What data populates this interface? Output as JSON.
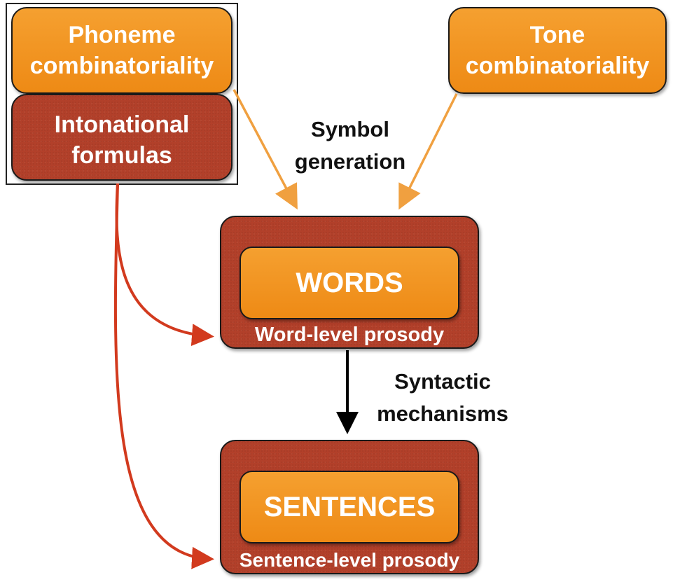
{
  "boxes": {
    "phoneme": "Phoneme\ncombinatoriality",
    "intonational": "Intonational\nformulas",
    "tone": "Tone\ncombinatoriality",
    "words": "WORDS",
    "word_prosody": "Word-level prosody",
    "sentences": "SENTENCES",
    "sentence_prosody": "Sentence-level prosody"
  },
  "labels": {
    "symbol_generation": "Symbol\ngeneration",
    "syntactic_mechanisms": "Syntactic\nmechanisms"
  },
  "colors": {
    "orange": "#f0921c",
    "red": "#b2402a",
    "orange_arrow": "#f0a040",
    "red_arrow": "#d23a1e",
    "black_arrow": "#000000"
  }
}
